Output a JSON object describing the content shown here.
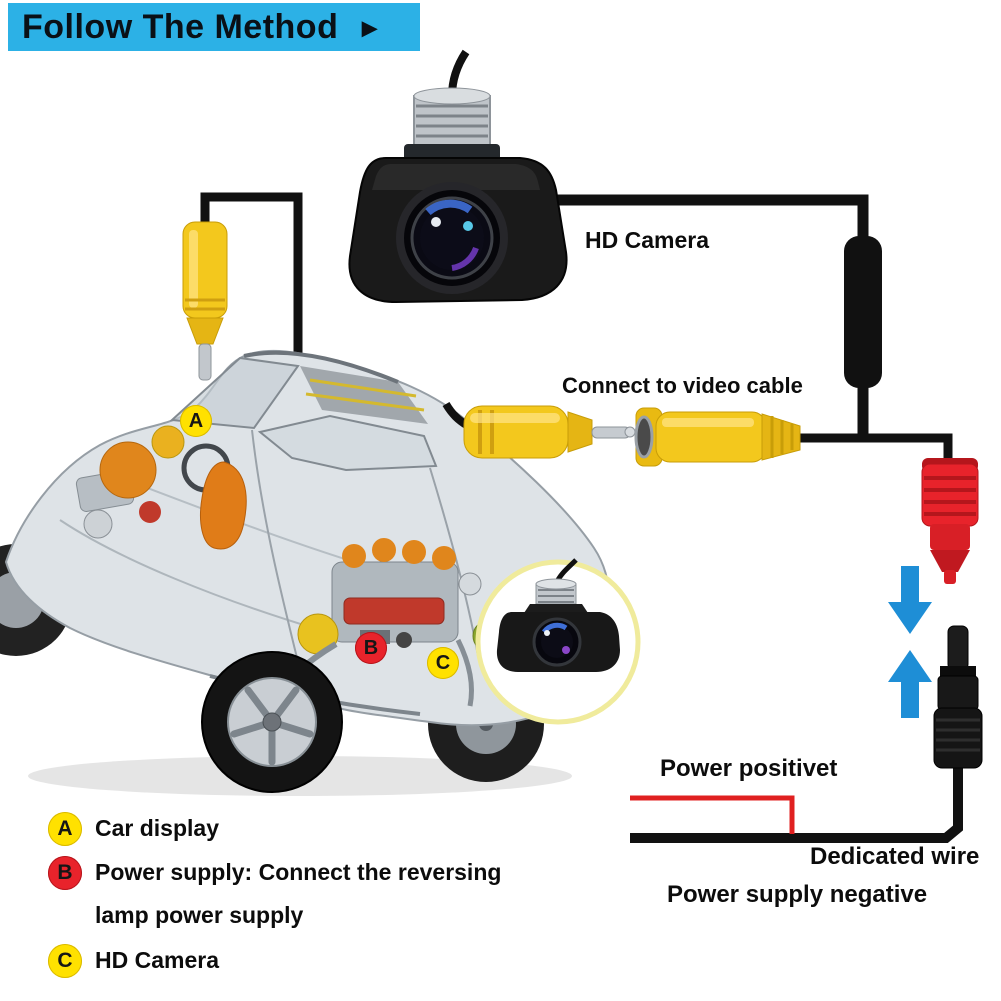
{
  "banner": {
    "title": "Follow The Method",
    "arrow": "►"
  },
  "labels": {
    "hd_camera": "HD Camera",
    "video_cable": "Connect to video cable",
    "power_positive": "Power positivet",
    "dedicated_wire": "Dedicated wire",
    "power_negative": "Power supply negative"
  },
  "markers": {
    "a": "A",
    "b": "B",
    "c": "C"
  },
  "legend": [
    {
      "marker": "A",
      "text": "Car display"
    },
    {
      "marker": "B",
      "text": "Power supply: Connect the reversing",
      "text2": "lamp power supply"
    },
    {
      "marker": "C",
      "text": "HD Camera"
    }
  ],
  "colors": {
    "banner": "#2cb1e6",
    "marker_yellow": "#ffe100",
    "marker_red": "#e8232b",
    "rca_yellow": "#f3c81d",
    "power_connector_red": "#e8232b",
    "arrow_blue": "#1e8ed6",
    "wire_black": "#111111",
    "dedicated_wire_red": "#e02020"
  }
}
